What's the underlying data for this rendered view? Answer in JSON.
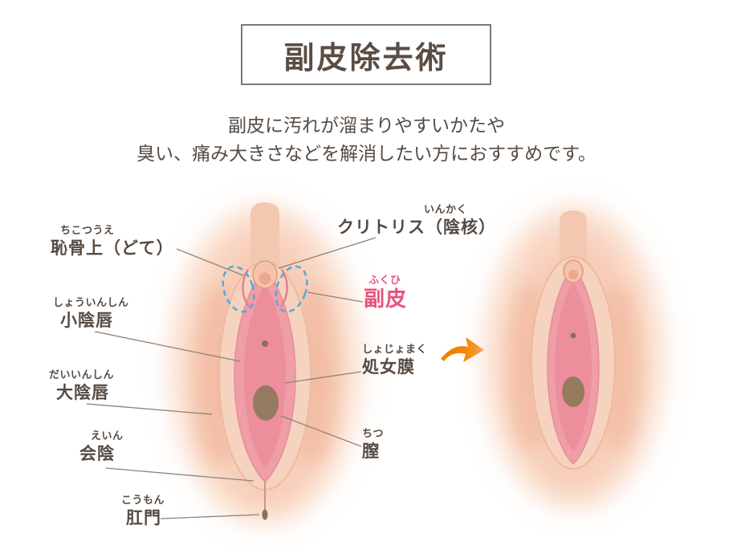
{
  "title": "副皮除去術",
  "description": {
    "line1": "副皮に汚れが溜まりやすいかたや",
    "line2": "臭い、痛み大きさなどを解消したい方におすすめです。"
  },
  "diagram": {
    "left_labels": [
      {
        "furigana": "ちこつうえ",
        "text": "恥骨上（どて）"
      },
      {
        "furigana": "しょういんしん",
        "text": "小陰唇"
      },
      {
        "furigana": "だいいんしん",
        "text": "大陰唇"
      },
      {
        "furigana": "えいん",
        "text": "会陰"
      },
      {
        "furigana": "こうもん",
        "text": "肛門"
      }
    ],
    "right_labels": [
      {
        "furigana": "いんかく",
        "text": "クリトリス（陰核）"
      },
      {
        "furigana": "ふくひ",
        "text": "副皮",
        "highlighted": true
      },
      {
        "furigana": "しょじょまく",
        "text": "処女膜"
      },
      {
        "furigana": "ちつ",
        "text": "膣"
      }
    ]
  },
  "colors": {
    "highlight_pink": "#e8537a",
    "arrow_orange": "#f08300",
    "guide_circle_blue": "#55a8dc",
    "text_dark": "#564b42",
    "connector_gray": "#8d8279"
  }
}
